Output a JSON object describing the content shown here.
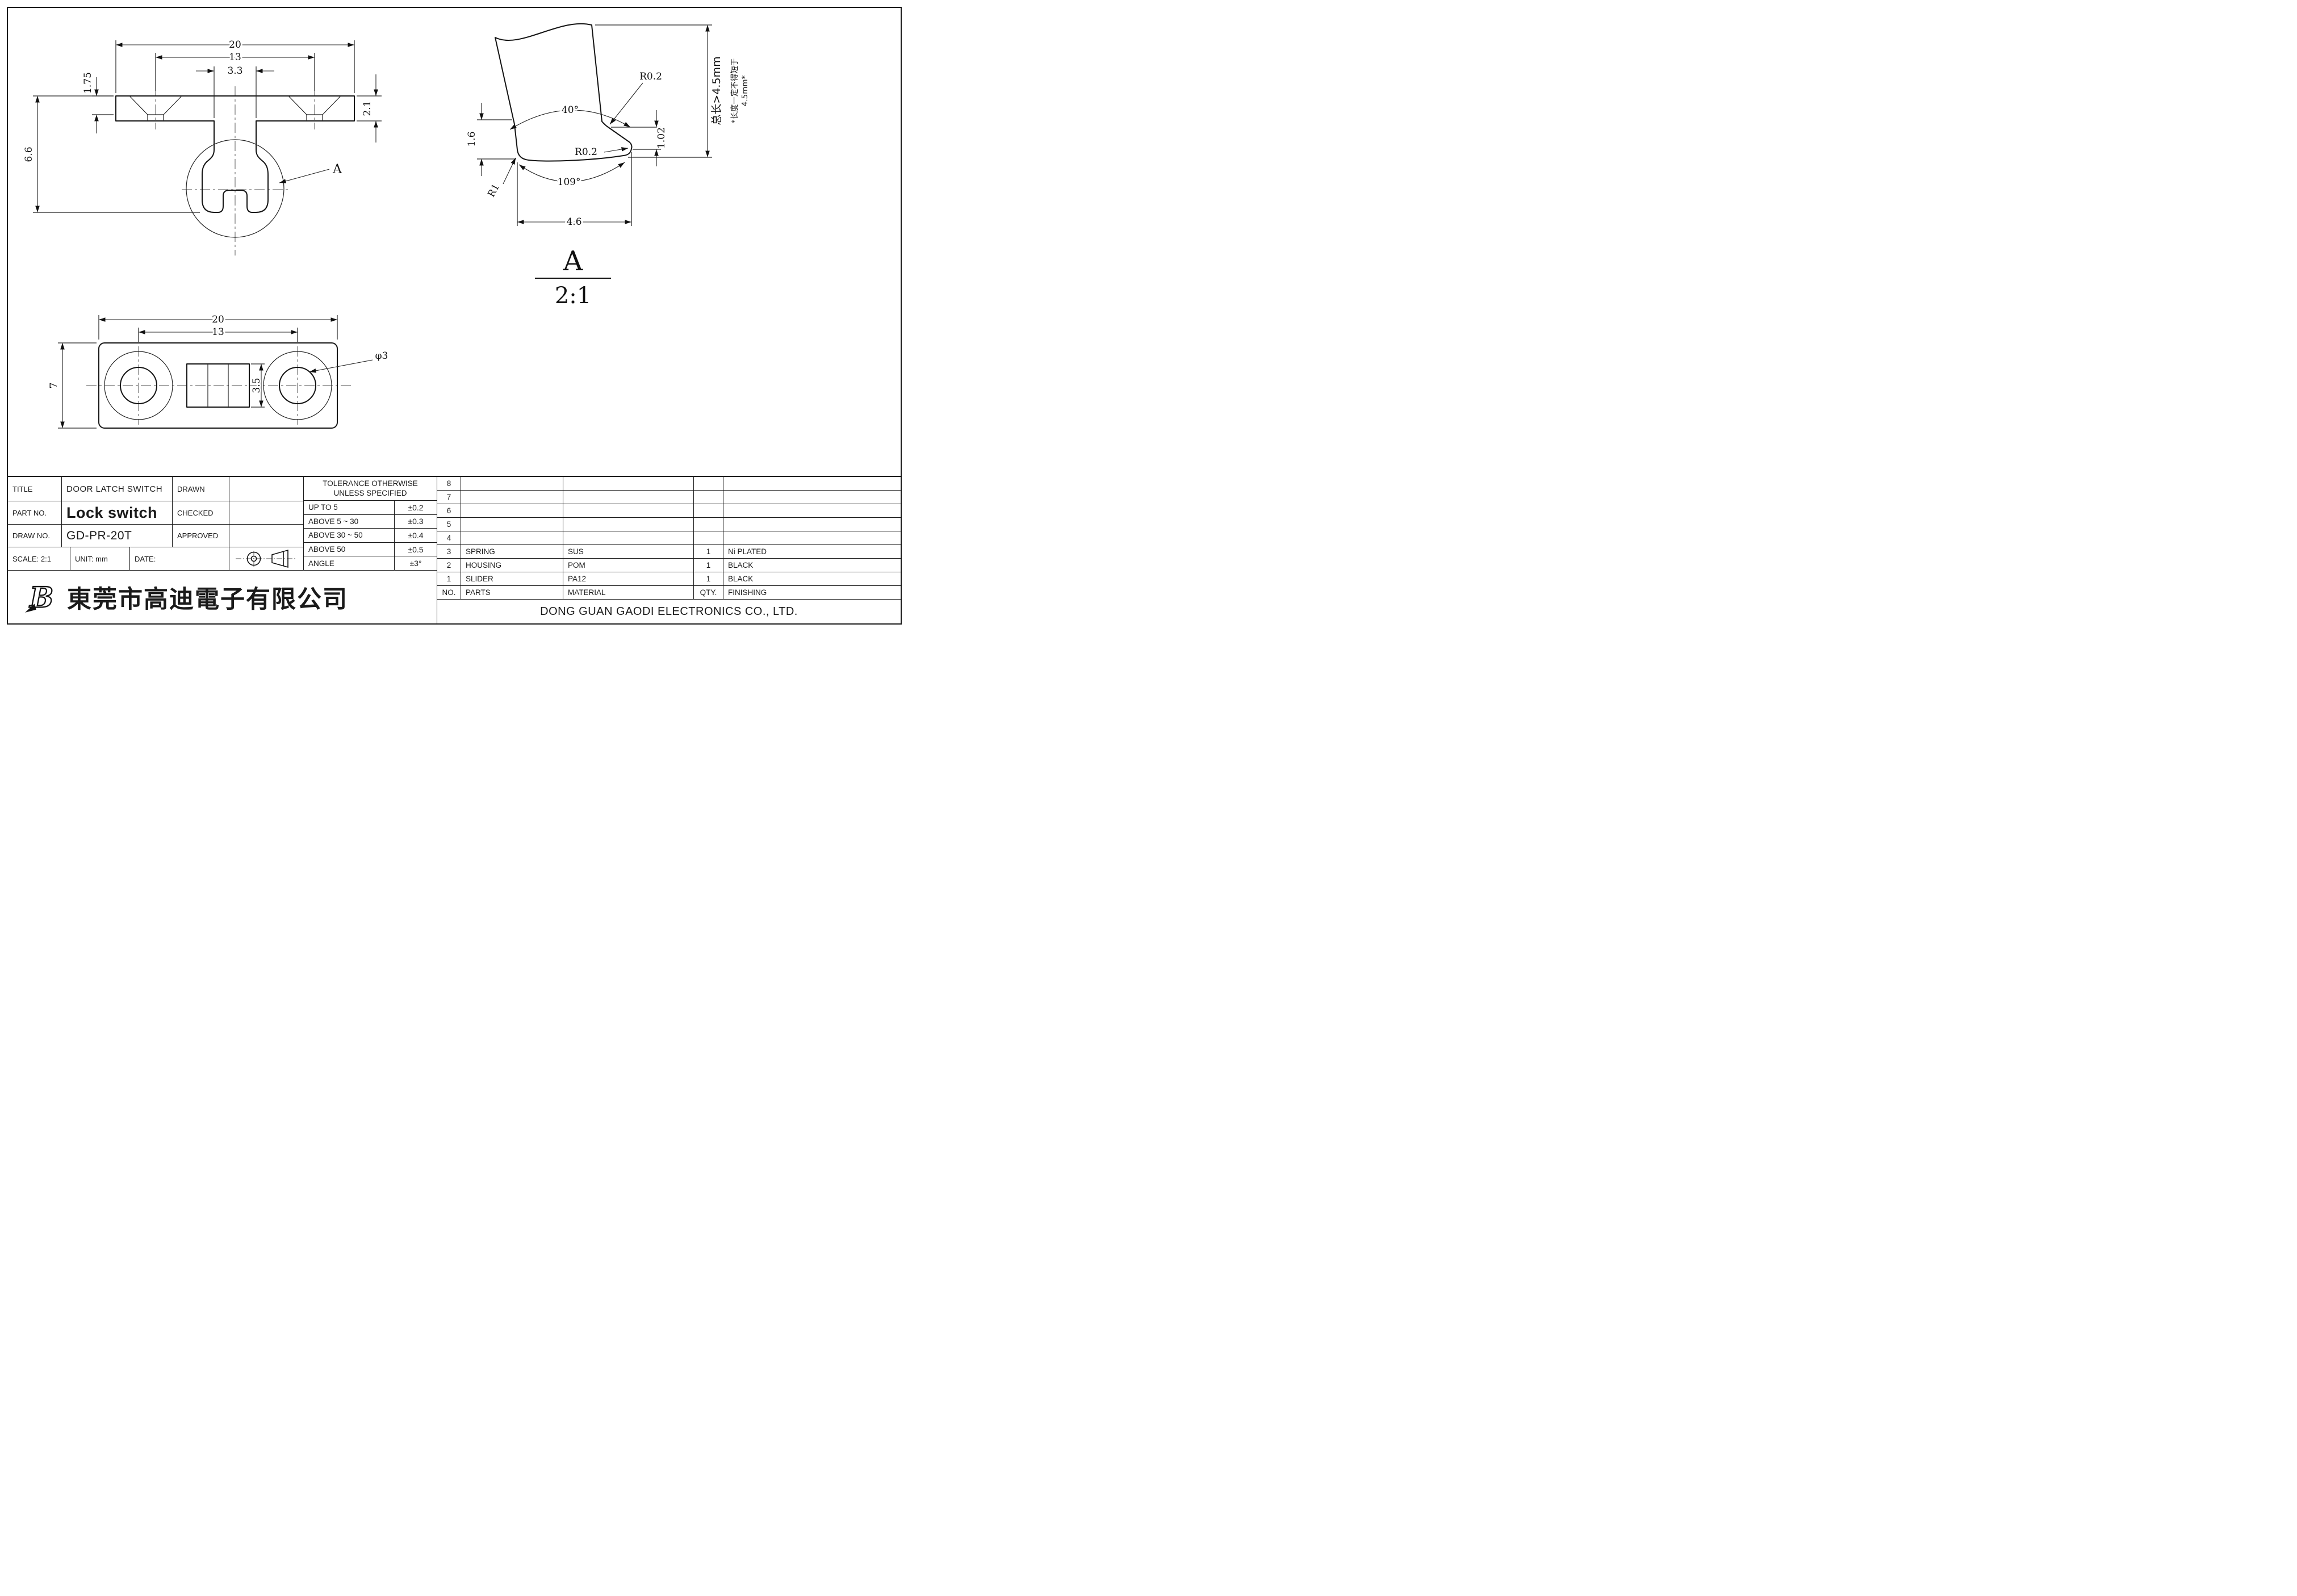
{
  "views": {
    "front": {
      "dim_width_outer": "20",
      "dim_width_inner": "13",
      "dim_slot_width": "3.3",
      "dim_chamfer_depth": "1.75",
      "dim_flange_thickness": "2.1",
      "dim_total_height": "6.6",
      "detail_callout": "A"
    },
    "detail": {
      "angle_top": "40°",
      "radius_top": "R0.2",
      "radius_side": "R0.2",
      "dim_tip_height": "1.02",
      "dim_side_height": "1.6",
      "radius_bottom": "R1",
      "angle_bottom": "109°",
      "dim_tip_width": "4.6",
      "note_total_length": "总长>4.5mm",
      "note_line1": "*长度一定不得短于",
      "note_line2": "4.5mm*",
      "label": "A",
      "scale": "2:1"
    },
    "top": {
      "dim_width_outer": "20",
      "dim_hole_span": "13",
      "dim_depth": "7",
      "dim_slot_height": "3.5",
      "dim_hole_dia": "φ3"
    }
  },
  "title_block": {
    "title_label": "TITLE",
    "title_value": "DOOR LATCH SWITCH",
    "part_no_label": "PART NO.",
    "part_no_value": "Lock switch",
    "draw_no_label": "DRAW NO.",
    "draw_no_value": "GD-PR-20T",
    "drawn_label": "DRAWN",
    "checked_label": "CHECKED",
    "approved_label": "APPROVED",
    "scale_label": "SCALE: 2:1",
    "unit_label": "UNIT: mm",
    "date_label": "DATE:"
  },
  "tolerance_table": {
    "header_line1": "TOLERANCE OTHERWISE",
    "header_line2": "UNLESS SPECIFIED",
    "rows": [
      {
        "range": "UP TO 5",
        "value": "±0.2"
      },
      {
        "range": "ABOVE 5 ~ 30",
        "value": "±0.3"
      },
      {
        "range": "ABOVE 30 ~ 50",
        "value": "±0.4"
      },
      {
        "range": "ABOVE 50",
        "value": "±0.5"
      },
      {
        "range": "ANGLE",
        "value": "±3°"
      }
    ]
  },
  "parts_table": {
    "header": {
      "no": "NO.",
      "parts": "PARTS",
      "material": "MATERIAL",
      "qty": "QTY.",
      "finishing": "FINISHING"
    },
    "rows": [
      {
        "no": "8",
        "parts": "",
        "material": "",
        "qty": "",
        "finishing": ""
      },
      {
        "no": "7",
        "parts": "",
        "material": "",
        "qty": "",
        "finishing": ""
      },
      {
        "no": "6",
        "parts": "",
        "material": "",
        "qty": "",
        "finishing": ""
      },
      {
        "no": "5",
        "parts": "",
        "material": "",
        "qty": "",
        "finishing": ""
      },
      {
        "no": "4",
        "parts": "",
        "material": "",
        "qty": "",
        "finishing": ""
      },
      {
        "no": "3",
        "parts": "SPRING",
        "material": "SUS",
        "qty": "1",
        "finishing": "Ni PLATED"
      },
      {
        "no": "2",
        "parts": "HOUSING",
        "material": "POM",
        "qty": "1",
        "finishing": "BLACK"
      },
      {
        "no": "1",
        "parts": "SLIDER",
        "material": "PA12",
        "qty": "1",
        "finishing": "BLACK"
      }
    ]
  },
  "company": {
    "name_cn": "東莞市高迪電子有限公司",
    "name_en": "DONG GUAN GAODI ELECTRONICS CO., LTD."
  },
  "colors": {
    "ink": "#1a1a1a",
    "paper": "#ffffff"
  }
}
